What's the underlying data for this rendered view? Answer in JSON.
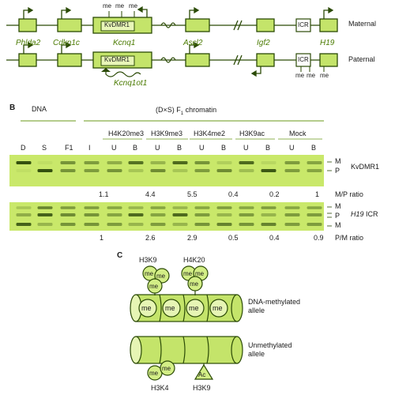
{
  "panelA": {
    "genes": [
      "Phlda2",
      "Cdkn1c",
      "Kcnq1",
      "Ascl2",
      "Igf2",
      "H19"
    ],
    "kvdmr1": "KvDMR1",
    "icr": "ICR",
    "me": "me",
    "maternal": "Maternal",
    "paternal": "Paternal",
    "kcnq1ot1": "Kcnq1ot1"
  },
  "panelB": {
    "label": "B",
    "dna": "DNA",
    "chromatin_pre": "(D×S) F",
    "chromatin_sub": "1",
    "chromatin_post": " chromatin",
    "groups": [
      "H4K20me3",
      "H3K9me3",
      "H3K4me2",
      "H3K9ac",
      "Mock"
    ],
    "lanes": [
      "D",
      "S",
      "F1",
      "I",
      "U",
      "B",
      "U",
      "B",
      "U",
      "B",
      "U",
      "B",
      "U",
      "B"
    ],
    "kv_markers": [
      "M",
      "P"
    ],
    "kv_label": "KvDMR1",
    "kv_ratios": [
      "1.1",
      "4.4",
      "5.5",
      "0.4",
      "0.2",
      "1"
    ],
    "kv_ratio_label": "M/P ratio",
    "h19_markers": [
      "M",
      "P",
      "M"
    ],
    "h19_label_italic": "H19",
    "h19_label_rest": " ICR",
    "h19_ratios": [
      "1",
      "2.6",
      "2.9",
      "0.5",
      "0.4",
      "0.9"
    ],
    "h19_ratio_label": "P/M ratio"
  },
  "panelC": {
    "label": "C",
    "h3k9": "H3K9",
    "h4k20": "H4K20",
    "me": "me",
    "ac": "Ac",
    "methylated": [
      "DNA-methylated",
      "allele"
    ],
    "unmethylated": [
      "Unmethylated",
      "allele"
    ],
    "h3k4": "H3K4",
    "h3k9_bottom": "H3K9"
  },
  "colors": {
    "green": "#b2d83a",
    "dark_green": "#2b4a06",
    "label_green": "#4a7a00"
  }
}
